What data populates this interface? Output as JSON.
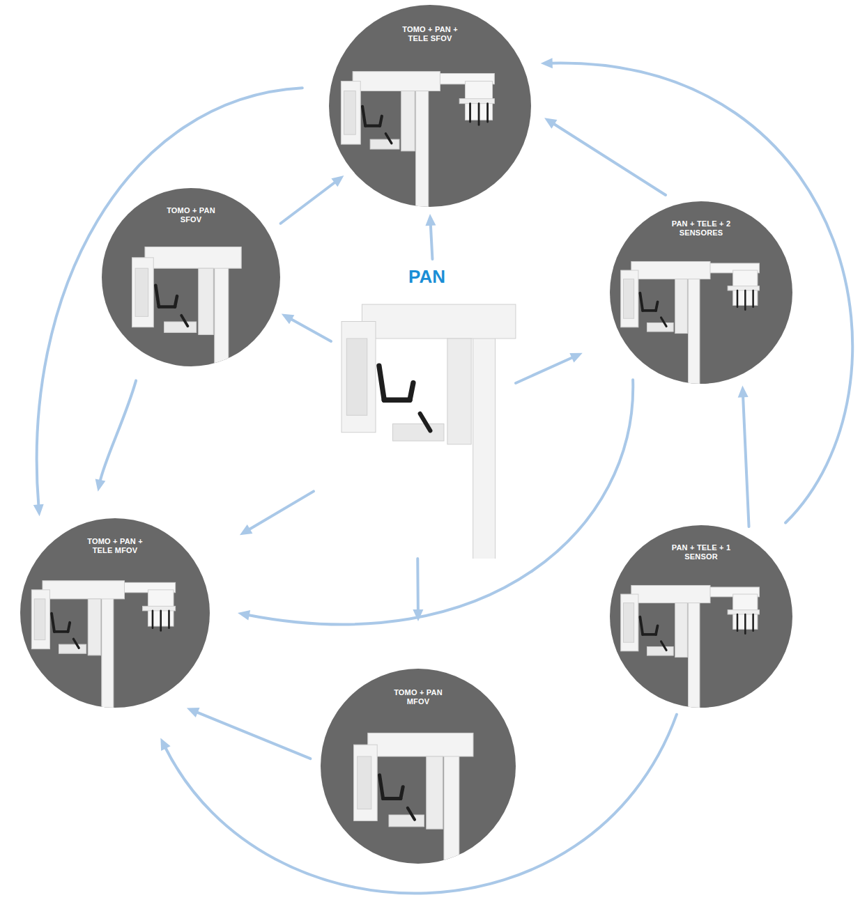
{
  "diagram": {
    "nodes": [
      {
        "text": [
          "TOMO + PAN + TELE SFOV"
        ]
      },
      {
        "text": [
          "TOMO + PAN SFOV"
        ]
      },
      {
        "text": [
          "PAN"
        ]
      },
      {
        "text": [
          "PAN + TELE + 2 SENSORES"
        ]
      },
      {
        "text": [
          "TOMO + PAN + TELE MFOV"
        ]
      },
      {
        "text": [
          "PAN + TELE + 1 SENSOR"
        ]
      },
      {
        "text": [
          "TOMO + PAN MFOV"
        ]
      }
    ],
    "edges": [
      {
        "from": 2,
        "to": 0,
        "arrow": "to"
      },
      {
        "from": 2,
        "to": 1,
        "arrow": "to"
      },
      {
        "from": 2,
        "to": 3,
        "arrow": "to"
      },
      {
        "from": 2,
        "to": 4,
        "arrow": "to"
      },
      {
        "from": 2,
        "to": 6,
        "arrow": "to"
      },
      {
        "from": 1,
        "to": 0,
        "arrow": "to"
      },
      {
        "from": 1,
        "to": 4,
        "arrow": "to"
      },
      {
        "from": 0,
        "to": 4,
        "arrow": "to"
      },
      {
        "from": 3,
        "to": 0,
        "arrow": "to"
      },
      {
        "from": 3,
        "to": 4,
        "arrow": "to"
      },
      {
        "from": 5,
        "to": 3,
        "arrow": "to"
      },
      {
        "from": 5,
        "to": 0,
        "arrow": "to"
      },
      {
        "from": 5,
        "to": 4,
        "arrow": "to"
      },
      {
        "from": 6,
        "to": 4,
        "arrow": "to"
      }
    ]
  }
}
